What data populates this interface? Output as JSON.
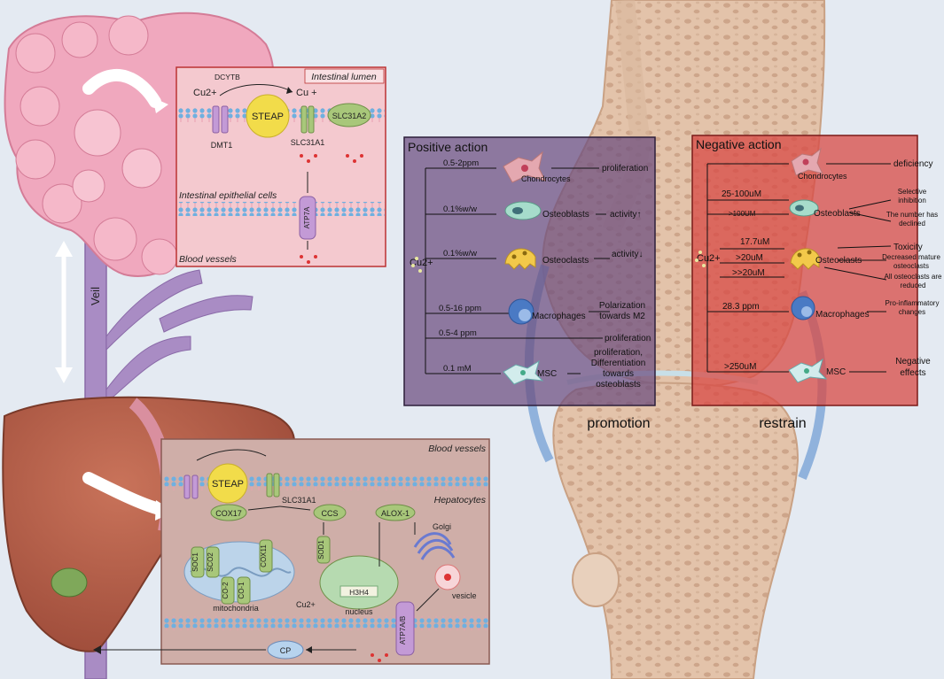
{
  "colors": {
    "background": "#e4eaf2",
    "intestine": "#f0a8be",
    "liver": "#b8634d",
    "vein": "#a98cc4",
    "positive_panel": "#6b4c7e",
    "negative_panel": "#d84a44",
    "bone": "#e3c3aa",
    "steap": "#f2dc4a",
    "transporter_green": "#a8c77a"
  },
  "vein_label": "Veil",
  "intestine": {
    "lumen_label": "Intestinal lumen",
    "epithelial_label": "Intestinal epithelial cells",
    "blood_label": "Blood vessels",
    "cu2_label": "Cu2+",
    "cu1_label": "Cu +",
    "dcytb": "DCYTB",
    "steap": "STEAP",
    "dmt1": "DMT1",
    "slc31a1": "SLC31A1",
    "slc31a2": "SLC31A2",
    "atp7a": "ATP7A"
  },
  "liver": {
    "blood_label": "Blood vessels",
    "hepatocytes_label": "Hepatocytes",
    "steap": "STEAP",
    "slc31a1": "SLC31A1",
    "cox17": "COX17",
    "ccs": "CCS",
    "alox1": "ALOX-1",
    "soc1": "SOC1",
    "sco2": "SCO2",
    "cox11": "COX11",
    "co2": "CO-2",
    "co1": "CO-1",
    "mito": "mitochondria",
    "sod1": "SOD1",
    "h3h4": "H3H4",
    "nucleus": "nucleus",
    "cu2": "Cu2+",
    "golgi": "Golgi",
    "vesicle": "vesicle",
    "atp7ab": "ATP7A/B",
    "cp": "CP"
  },
  "positive": {
    "title": "Positive action",
    "cu": "Cu2+",
    "rows": [
      {
        "dose": "0.5-2ppm",
        "cell": "Chondrocytes",
        "effect": "proliferation"
      },
      {
        "dose": "0.1%w/w",
        "cell": "Osteoblasts",
        "effect": "activity↑"
      },
      {
        "dose": "0.1%w/w",
        "cell": "Osteoclasts",
        "effect": "activity↓"
      },
      {
        "dose": "0.5-16 ppm",
        "cell": "Macrophages",
        "effect": "Polarization towards M2"
      },
      {
        "dose": "0.5-4 ppm",
        "cell": "",
        "effect": "proliferation"
      },
      {
        "dose": "0.1 mM",
        "cell": "MSC",
        "effect": "proliferation, Differentiation towards osteoblasts"
      }
    ]
  },
  "negative": {
    "title": "Negative action",
    "cu": "Cu2+",
    "cells": [
      "Chondrocytes",
      "Osteoblasts",
      "Osteoclasts",
      "Macrophages",
      "MSC"
    ],
    "doses": [
      "25-100uM",
      ">100UM",
      "17.7uM",
      ">20uM",
      ">>20uM",
      "28.3 ppm",
      ">250uM"
    ],
    "effects": [
      "deficiency",
      "Selective inhibition",
      "The number has declined",
      "Toxicity",
      "Decreased mature osteoclasts",
      "All osteoclasts are reduced",
      "Pro-inflammatory changes",
      "Negative effects"
    ]
  },
  "joint": {
    "promotion": "promotion",
    "restrain": "restrain"
  }
}
